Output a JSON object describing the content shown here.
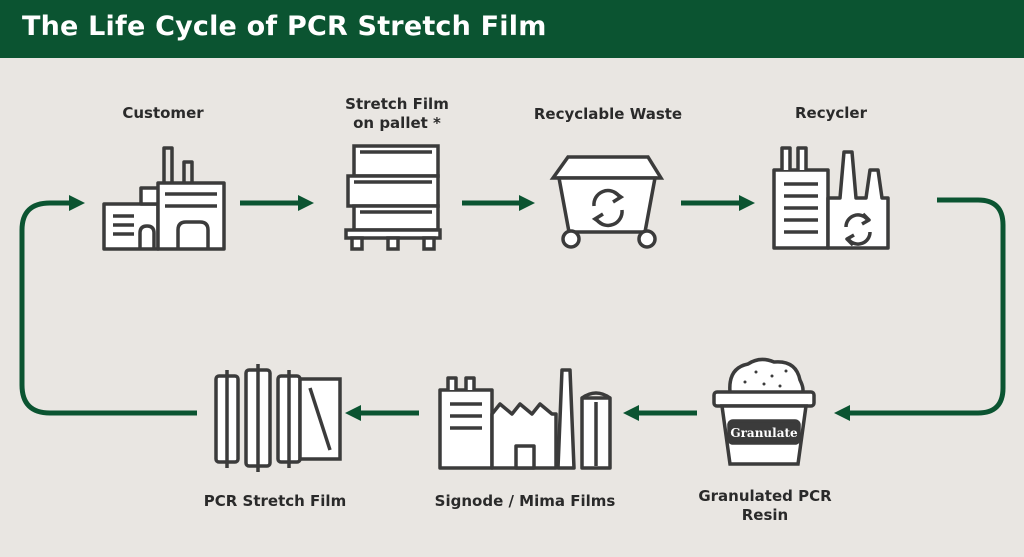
{
  "title": "The Life Cycle of PCR Stretch Film",
  "steps": {
    "customer": "Customer",
    "stretch_film_line1": "Stretch Film",
    "stretch_film_line2": "on pallet *",
    "recyclable_waste": "Recyclable Waste",
    "recycler": "Recycler",
    "granulated_line1": "Granulated PCR",
    "granulated_line2": "Resin",
    "granulate_tag": "Granulate",
    "signode": "Signode / Mima Films",
    "pcr_film": "PCR Stretch Film"
  },
  "colors": {
    "brand_green": "#0b5431",
    "icon_gray": "#3b3b3b",
    "background": "#e9e6e2"
  }
}
